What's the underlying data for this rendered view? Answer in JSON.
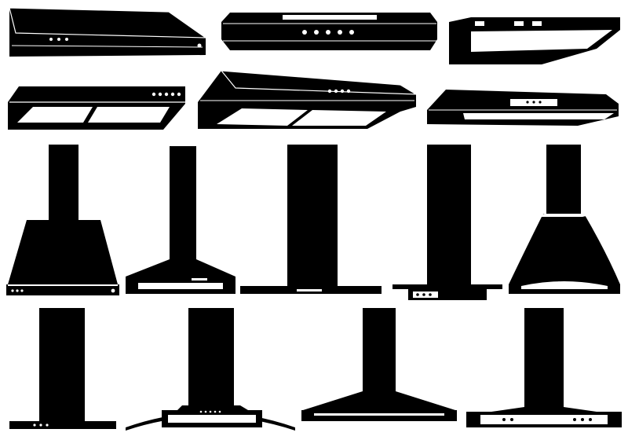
{
  "palette": {
    "ink": "#000000",
    "paper": "#ffffff",
    "grey": "#d8d8d8"
  },
  "items": [
    {
      "name": "under-cabinet-hood-1",
      "type": "under-cabinet"
    },
    {
      "name": "under-cabinet-hood-2",
      "type": "under-cabinet"
    },
    {
      "name": "under-cabinet-hood-3",
      "type": "under-cabinet"
    },
    {
      "name": "under-cabinet-hood-4",
      "type": "under-cabinet"
    },
    {
      "name": "under-cabinet-hood-5",
      "type": "under-cabinet"
    },
    {
      "name": "under-cabinet-hood-6",
      "type": "under-cabinet"
    },
    {
      "name": "chimney-hood-trapezoid",
      "type": "chimney"
    },
    {
      "name": "chimney-hood-pyramid",
      "type": "chimney"
    },
    {
      "name": "chimney-hood-flat-slim",
      "type": "chimney"
    },
    {
      "name": "chimney-hood-flat-panel",
      "type": "chimney"
    },
    {
      "name": "chimney-hood-bell",
      "type": "chimney"
    },
    {
      "name": "chimney-hood-flat-wide",
      "type": "chimney"
    },
    {
      "name": "chimney-hood-curved-glass",
      "type": "chimney"
    },
    {
      "name": "chimney-hood-pyramid-wide",
      "type": "chimney"
    },
    {
      "name": "chimney-hood-box-base",
      "type": "chimney"
    }
  ]
}
